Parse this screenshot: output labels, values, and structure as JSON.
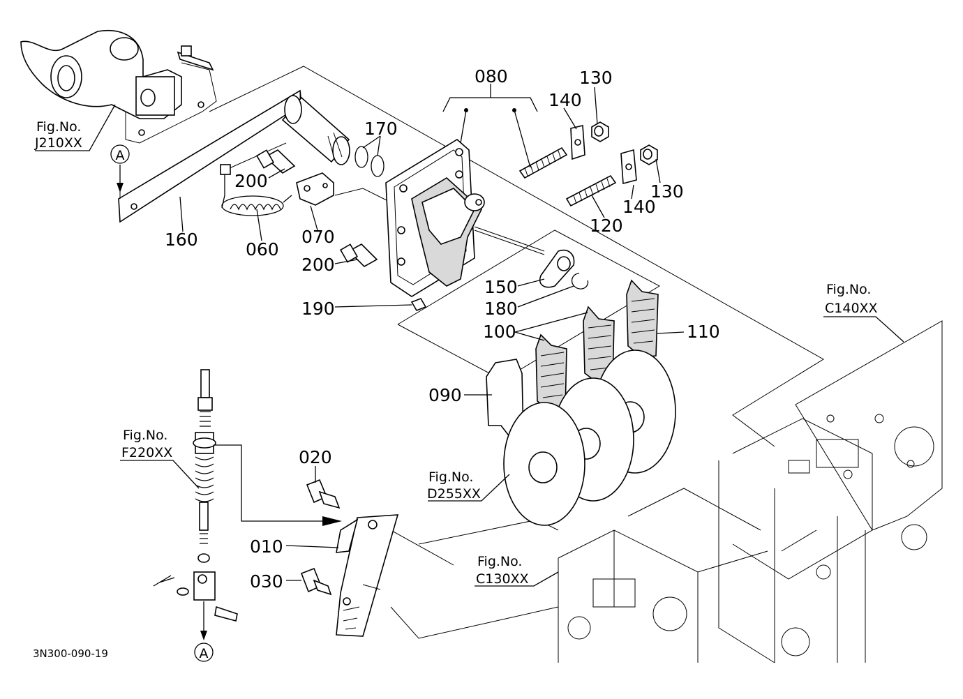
{
  "diagram": {
    "part_numbers": {
      "p010": "010",
      "p020": "020",
      "p030": "030",
      "p060": "060",
      "p070": "070",
      "p080": "080",
      "p090": "090",
      "p100": "100",
      "p110": "110",
      "p120": "120",
      "p130a": "130",
      "p130b": "130",
      "p140a": "140",
      "p140b": "140",
      "p150": "150",
      "p160": "160",
      "p170": "170",
      "p180": "180",
      "p190": "190",
      "p200a": "200",
      "p200b": "200"
    },
    "figure_refs": {
      "j210": {
        "label": "Fig.No.",
        "code": "J210XX"
      },
      "c140": {
        "label": "Fig.No.",
        "code": "C140XX"
      },
      "f220": {
        "label": "Fig.No.",
        "code": "F220XX"
      },
      "d255": {
        "label": "Fig.No.",
        "code": "D255XX"
      },
      "c130": {
        "label": "Fig.No.",
        "code": "C130XX"
      }
    },
    "markers": {
      "top": "A",
      "bottom": "A"
    },
    "drawing_code": "3N300-090-19"
  }
}
